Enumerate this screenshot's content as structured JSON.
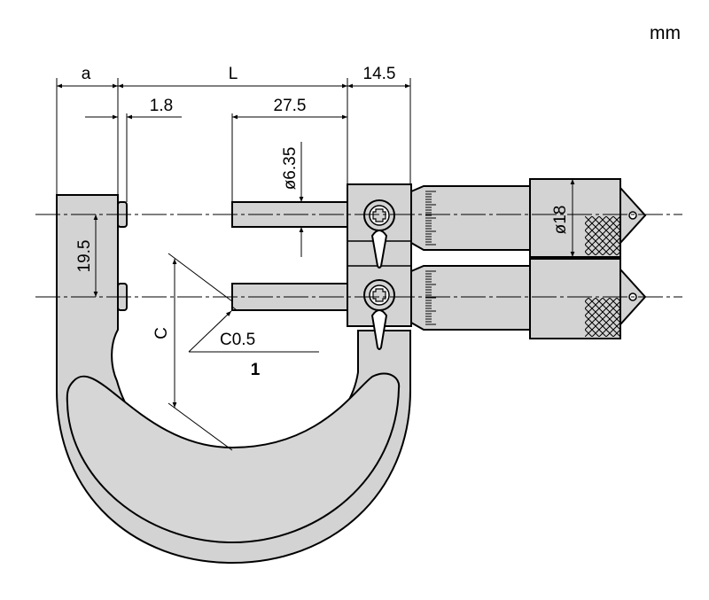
{
  "units_label": "mm",
  "dimensions": {
    "a": "a",
    "L": "L",
    "d14_5": "14.5",
    "d1_8": "1.8",
    "d27_5": "27.5",
    "d6_35": "ø6.35",
    "d18": "ø18",
    "d19_5": "19.5",
    "C": "C",
    "C0_5": "C0.5"
  },
  "callouts": {
    "item_1": "1"
  },
  "colors": {
    "body_fill": "#d3d3d3",
    "frame_inner": "#d6d6d6",
    "line": "#000000",
    "background": "#ffffff"
  }
}
